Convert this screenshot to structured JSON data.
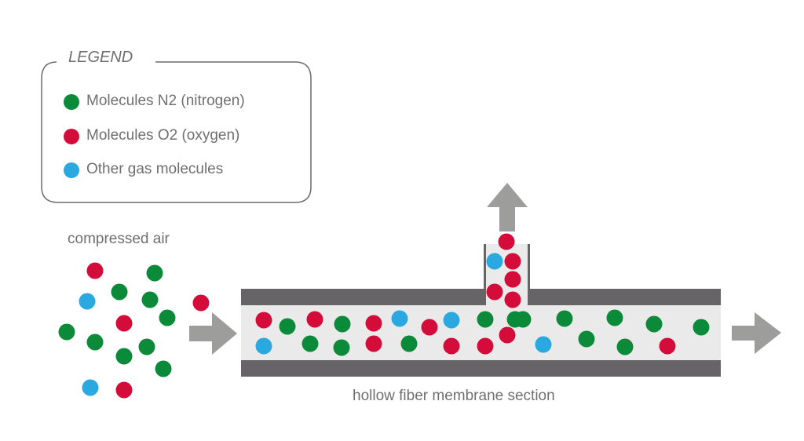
{
  "legend": {
    "title": "LEGEND",
    "items": [
      {
        "label": "Molecules N2 (nitrogen)",
        "color": "#0b8a3a"
      },
      {
        "label": "Molecules O2 (oxygen)",
        "color": "#d40c3a"
      },
      {
        "label": "Other gas molecules",
        "color": "#2aa8e0"
      }
    ]
  },
  "labels": {
    "input": "compressed air",
    "section": "hollow fiber membrane section"
  },
  "colors": {
    "n2": "#0b8a3a",
    "o2": "#d40c3a",
    "other": "#2aa8e0",
    "wall": "#666467",
    "channel": "#ebeaea",
    "arrow": "#9d9d9c"
  },
  "molecules": {
    "compressed_air": [
      "o2",
      "n2",
      "n2",
      "other",
      "n2",
      "o2",
      "o2",
      "n2",
      "n2",
      "n2",
      "n2",
      "n2",
      "n2",
      "other",
      "o2"
    ],
    "tube": [
      "o2",
      "other",
      "n2",
      "o2",
      "n2",
      "n2",
      "n2",
      "o2",
      "o2",
      "other",
      "o2",
      "n2",
      "other",
      "o2",
      "n2",
      "o2",
      "n2",
      "o2",
      "other",
      "n2",
      "n2",
      "n2",
      "n2",
      "n2",
      "o2",
      "n2",
      "n2"
    ],
    "permeate": [
      "o2",
      "other",
      "o2",
      "o2",
      "o2",
      "o2"
    ]
  }
}
